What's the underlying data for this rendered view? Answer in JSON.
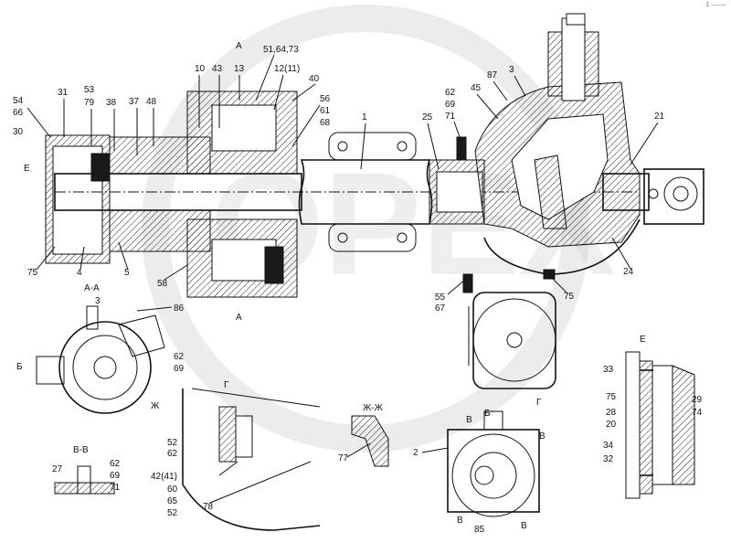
{
  "sections": {
    "aa": "А-А",
    "e": "Е",
    "g": "Г",
    "zhzh": "Ж-Ж",
    "vv": "В-В",
    "b": "Б"
  },
  "view_markers": {
    "a_top": "А",
    "a_bottom": "А",
    "e_left": "Е",
    "b_left": "Б",
    "zh": "Ж",
    "g": "Г",
    "b_small": "Б",
    "v1": "В",
    "v2": "В",
    "v3": "В",
    "v4": "В"
  },
  "callouts": {
    "main": [
      "54",
      "66",
      "30",
      "31",
      "53",
      "79",
      "38",
      "37",
      "48",
      "10",
      "43",
      "13",
      "51,64,73",
      "12(11)",
      "40",
      "56",
      "61",
      "68",
      "1",
      "25",
      "62",
      "69",
      "71",
      "45",
      "87",
      "3",
      "21",
      "75",
      "4",
      "5",
      "58",
      "86",
      "55",
      "67",
      "75",
      "24"
    ],
    "aa_view": [
      "3",
      "62",
      "69"
    ],
    "vv_view": [
      "27",
      "62",
      "69",
      "71"
    ],
    "g_view": [
      "52",
      "62",
      "42(41)",
      "60",
      "65",
      "52",
      "78"
    ],
    "zhzh_view": [
      "77"
    ],
    "b_view": [
      "2",
      "85"
    ],
    "e_view": [
      "33",
      "75",
      "28",
      "20",
      "29",
      "74",
      "34",
      "32"
    ]
  },
  "watermark": "OPEX",
  "corner_mark": "1 :——"
}
